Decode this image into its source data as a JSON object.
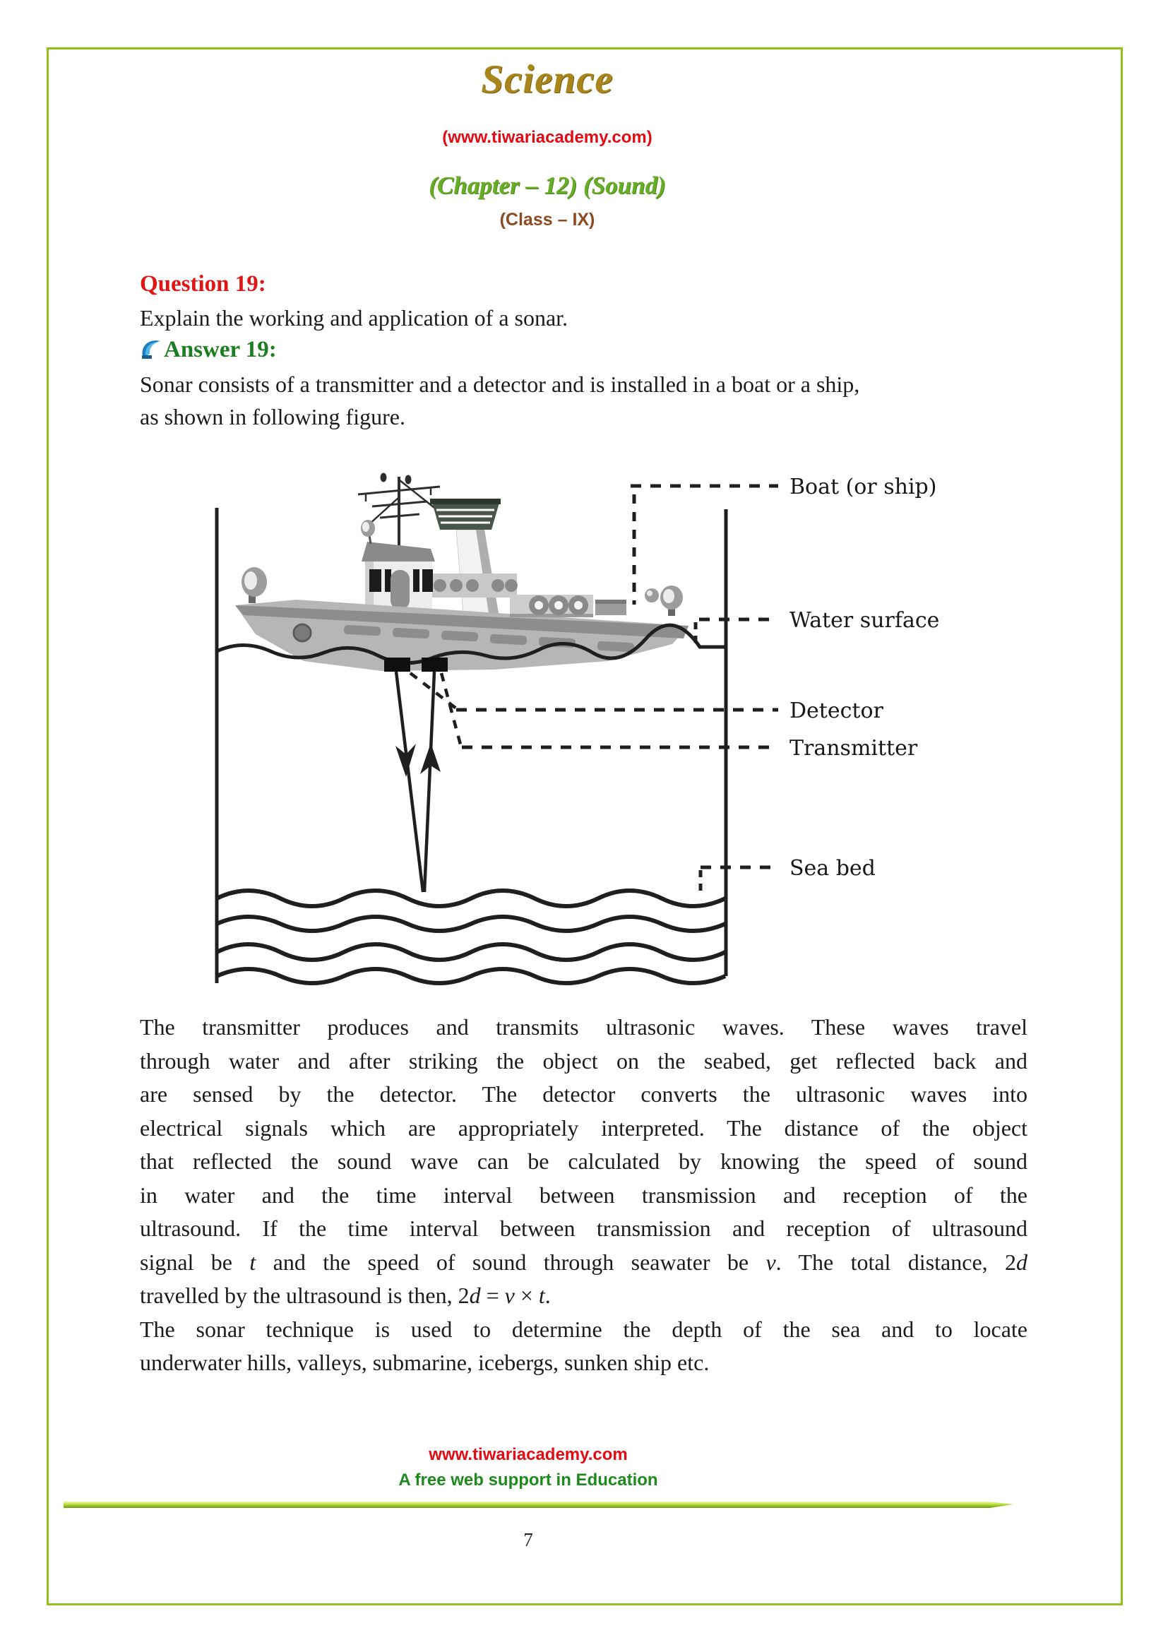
{
  "header": {
    "title": "Science",
    "website": "(www.tiwariacademy.com)",
    "chapter": "(Chapter – 12) (Sound)",
    "class_line": "(Class – IX)"
  },
  "question": {
    "heading": "Question 19:",
    "text": "Explain the working and application of a sonar."
  },
  "answer": {
    "heading": "Answer 19:",
    "line1": "Sonar consists of a transmitter and a detector and is installed in a boat or a ship,",
    "line2": "as shown in following figure."
  },
  "figure": {
    "labels": {
      "boat": "Boat (or ship)",
      "water": "Water surface",
      "detector": "Detector",
      "transmitter": "Transmitter",
      "seabed": "Sea bed"
    }
  },
  "body": {
    "lines": [
      {
        "j": true,
        "segs": [
          {
            "t": "The transmitter produces and transmits ultrasonic waves. These waves travel"
          }
        ]
      },
      {
        "j": true,
        "segs": [
          {
            "t": "through water and after striking the object on the seabed, get reflected back and"
          }
        ]
      },
      {
        "j": true,
        "segs": [
          {
            "t": "are sensed by the detector. The detector converts the ultrasonic waves into"
          }
        ]
      },
      {
        "j": true,
        "segs": [
          {
            "t": "electrical signals which are appropriately interpreted. The distance of the object"
          }
        ]
      },
      {
        "j": true,
        "segs": [
          {
            "t": "that reflected the sound wave can be calculated by knowing the speed of sound"
          }
        ]
      },
      {
        "j": true,
        "segs": [
          {
            "t": "in water and the time interval between transmission and reception of the"
          }
        ]
      },
      {
        "j": true,
        "segs": [
          {
            "t": "ultrasound. If the time interval between transmission and reception of ultrasound"
          }
        ]
      },
      {
        "j": true,
        "segs": [
          {
            "t": "signal be "
          },
          {
            "t": "t",
            "i": true
          },
          {
            "t": " and the speed of sound through seawater be "
          },
          {
            "t": "v",
            "i": true
          },
          {
            "t": ". The total distance, 2"
          },
          {
            "t": "d",
            "i": true
          }
        ]
      },
      {
        "j": false,
        "segs": [
          {
            "t": "travelled by the ultrasound is then, 2"
          },
          {
            "t": "d",
            "i": true
          },
          {
            "t": " = "
          },
          {
            "t": "v",
            "i": true
          },
          {
            "t": " × "
          },
          {
            "t": "t",
            "i": true
          },
          {
            "t": "."
          }
        ]
      },
      {
        "j": true,
        "segs": [
          {
            "t": "The sonar technique is used to determine the depth of the sea and to locate"
          }
        ]
      },
      {
        "j": false,
        "segs": [
          {
            "t": "underwater hills, valleys, submarine, icebergs, sunken ship etc."
          }
        ]
      }
    ]
  },
  "footer": {
    "website": "www.tiwariacademy.com",
    "tagline": "A free web support in Education",
    "page_number": "7"
  },
  "colors": {
    "border_green": "#93c01f",
    "title_gold": "#a8861c",
    "red": "#e30b13",
    "chapter_green": "#68ad27",
    "class_brown": "#8c4a21",
    "answer_green": "#1b7e20",
    "footer_green": "#1e8a1e"
  }
}
